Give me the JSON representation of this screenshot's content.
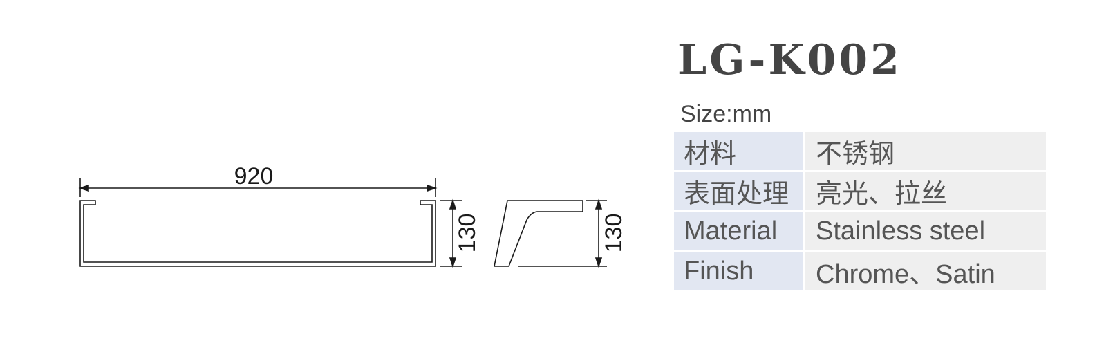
{
  "product": {
    "model": "LG-K002",
    "size_unit_label": "Size:mm"
  },
  "drawing": {
    "front_width_label": "920",
    "front_height_label": "130",
    "side_height_label": "130"
  },
  "specs": [
    {
      "key": "材料",
      "value": "不锈钢"
    },
    {
      "key": "表面处理",
      "value": "亮光、拉丝"
    },
    {
      "key": "Material",
      "value": "Stainless steel"
    },
    {
      "key": "Finish",
      "value": "Chrome、Satin"
    }
  ],
  "colors": {
    "line": "#1a1a1a",
    "key_cell_bg": "#e2e7f2",
    "value_cell_bg": "#efefef"
  }
}
